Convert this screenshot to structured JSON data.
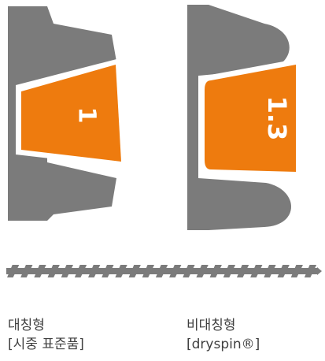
{
  "colors": {
    "profile_gray": "#7b7b7b",
    "profile_outline": "#ffffff",
    "insert_orange": "#ee7b0e",
    "label_white": "#ffffff",
    "text": "#3f3f3f"
  },
  "profiles": [
    {
      "id": "symmetric",
      "ratio_label": "1",
      "caption_line1": "대칭형",
      "caption_line2": "[시중 표준품]"
    },
    {
      "id": "asymmetric",
      "ratio_label": "1.3",
      "caption_line1": "비대칭형",
      "caption_line2": "[dryspin®]"
    }
  ],
  "thread_graphic": {
    "icon": "lead-screw-icon",
    "thread_count": 23
  }
}
